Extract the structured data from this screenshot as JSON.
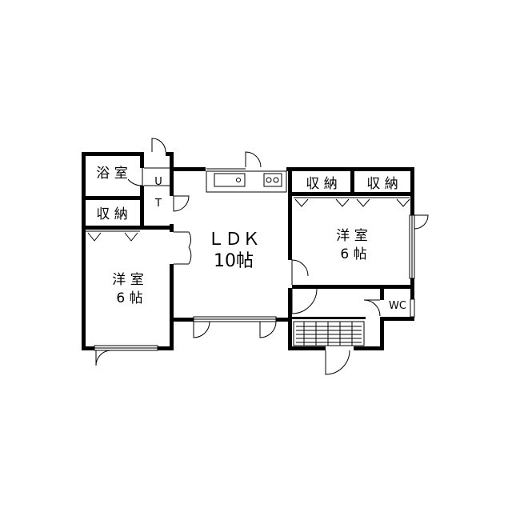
{
  "rooms": {
    "bath": "浴 室",
    "ut_u": "U",
    "ut_t": "T",
    "storage_left": "収 納",
    "west_left_name": "洋 室",
    "west_left_size": "6 帖",
    "ldk_name": "ＬＤＫ",
    "ldk_size": "10帖",
    "storage_right_1": "収 納",
    "storage_right_2": "収 納",
    "west_right_name": "洋 室",
    "west_right_size": "6 帖",
    "wc": "WC"
  }
}
